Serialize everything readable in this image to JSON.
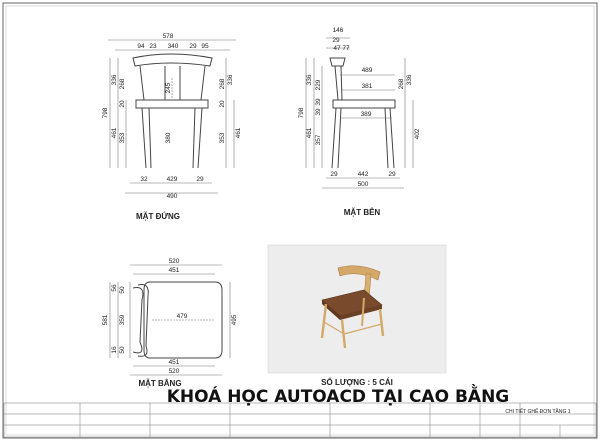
{
  "drawing": {
    "front_view": {
      "title": "MẶT ĐỨNG",
      "dims_top": [
        "578",
        "94",
        "23",
        "340",
        "29",
        "95"
      ],
      "dims_left": [
        "798",
        "336",
        "461",
        "268",
        "20",
        "353"
      ],
      "dims_right": [
        "336",
        "461",
        "268",
        "20",
        "353"
      ],
      "dims_inner": [
        "245",
        "380"
      ],
      "dims_bottom": [
        "32",
        "429",
        "29",
        "490"
      ]
    },
    "side_view": {
      "title": "MẶT BÊN",
      "dims_top": [
        "146",
        "29",
        "47",
        "77"
      ],
      "dims_left": [
        "798",
        "336",
        "461",
        "229",
        "39",
        "39",
        "357"
      ],
      "dims_inner": [
        "489",
        "381",
        "389"
      ],
      "dims_right": [
        "336",
        "268",
        "402"
      ],
      "dims_bottom": [
        "29",
        "442",
        "29",
        "500"
      ]
    },
    "plan_view": {
      "title": "MẶT BẰNG",
      "dims_top": [
        "520",
        "451"
      ],
      "dims_left": [
        "581",
        "56",
        "50",
        "359",
        "16",
        "50"
      ],
      "dims_inner": [
        "479"
      ],
      "dims_right": [
        "495"
      ],
      "dims_bottom": [
        "451",
        "520"
      ]
    },
    "render": {
      "caption": "SỐ LƯỢNG : 5 CÁI"
    },
    "banner": "KHOÁ HỌC AUTOACD TẠI CAO BẰNG",
    "title_block": {
      "drawing_name": "CHI TIẾT GHẾ ĐƠN TẦNG 1"
    }
  }
}
